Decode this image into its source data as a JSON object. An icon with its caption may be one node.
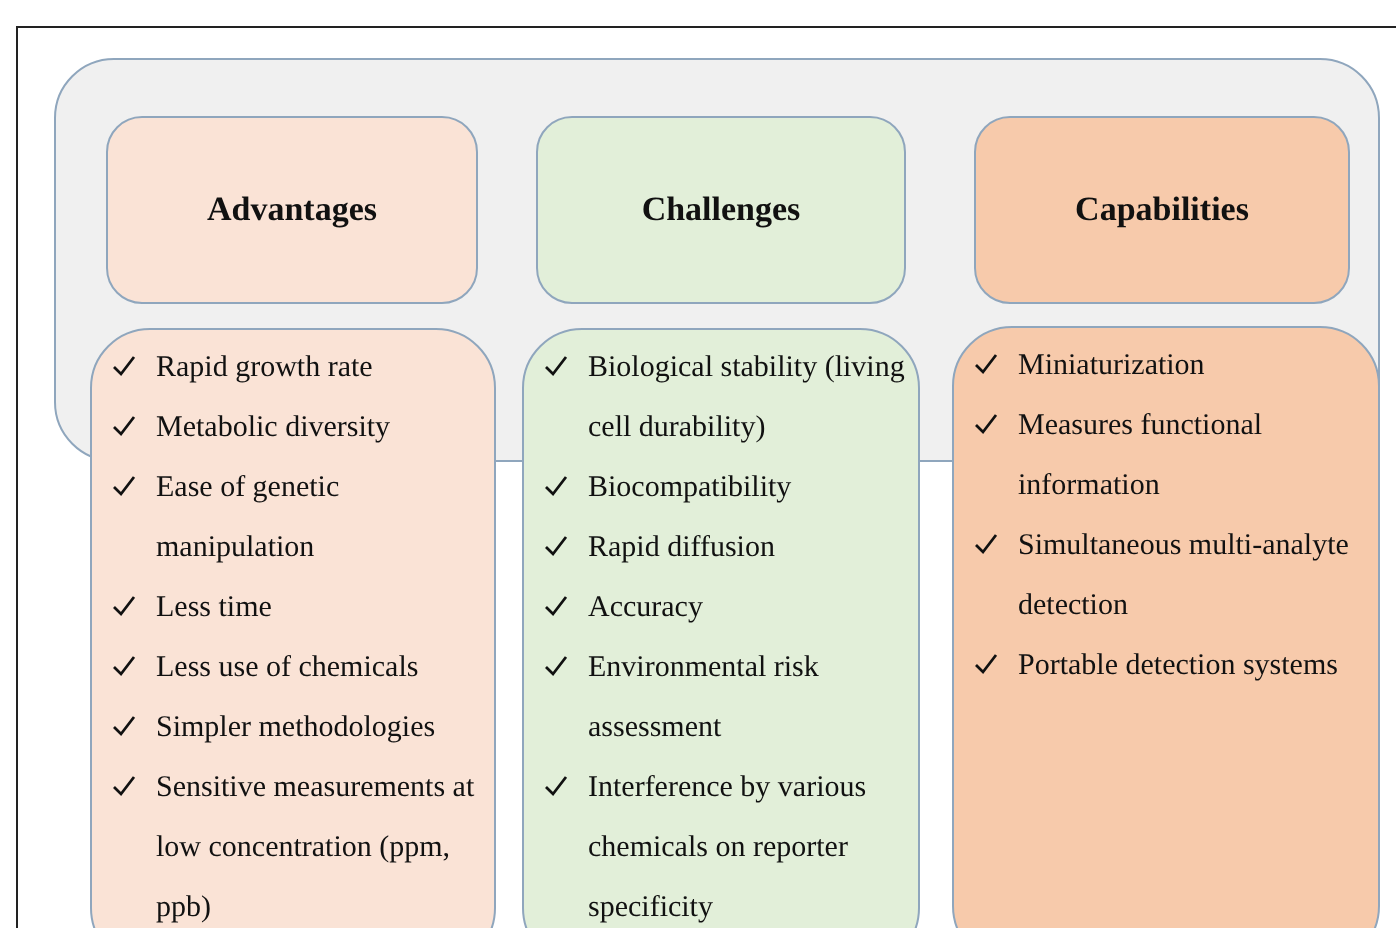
{
  "diagram": {
    "nodes": [
      {
        "text": [],
        "shape": "box"
      },
      {
        "text": [
          "Advantages"
        ],
        "in": 0
      },
      {
        "text": [
          "Challenges"
        ],
        "in": 0
      },
      {
        "text": [
          "Capabilities"
        ],
        "in": 0
      },
      {
        "text": [
          "Rapid growth rate",
          "Metabolic diversity",
          "Ease of genetic manipulation",
          "Less time",
          "Less use of chemicals",
          "Simpler methodologies",
          "Sensitive measurements at low concentration (ppm, ppb)"
        ]
      },
      {
        "text": [
          "Biological stability (living cell durability)",
          "Biocompatibility",
          "Rapid diffusion",
          "Accuracy",
          "Environmental risk assessment",
          "Interference by various chemicals on reporter specificity"
        ]
      },
      {
        "text": [
          "Miniaturization",
          "Measures functional information",
          "Simultaneous multi-analyte detection",
          "Portable detection systems"
        ]
      }
    ]
  }
}
